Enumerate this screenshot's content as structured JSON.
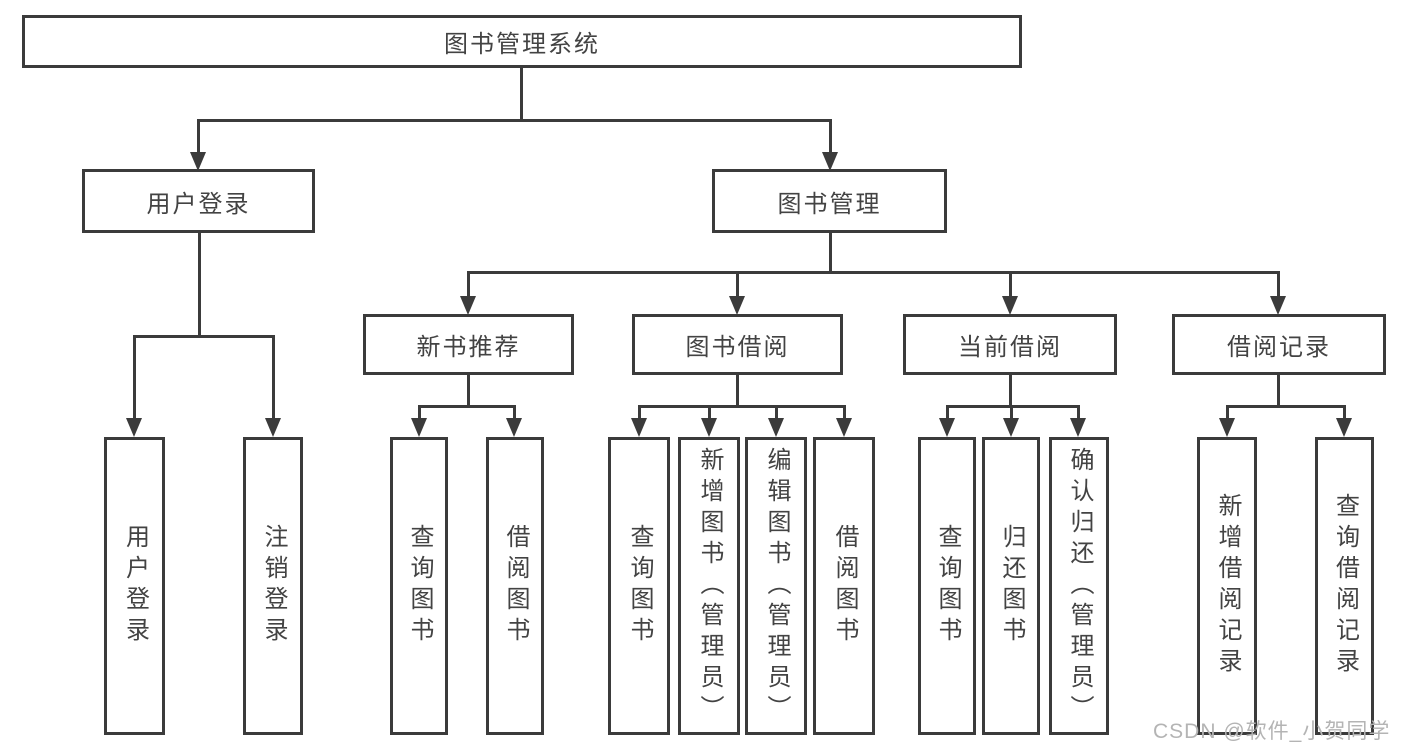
{
  "diagram": {
    "root": {
      "label": "图书管理系统",
      "children": [
        {
          "label": "用户登录",
          "children": [
            {
              "label": "用户登录"
            },
            {
              "label": "注销登录"
            }
          ]
        },
        {
          "label": "图书管理",
          "children": [
            {
              "label": "新书推荐",
              "children": [
                {
                  "label": "查询图书"
                },
                {
                  "label": "借阅图书"
                }
              ]
            },
            {
              "label": "图书借阅",
              "children": [
                {
                  "label": "查询图书"
                },
                {
                  "label": "新增图书（管理员）"
                },
                {
                  "label": "编辑图书（管理员）"
                },
                {
                  "label": "借阅图书"
                }
              ]
            },
            {
              "label": "当前借阅",
              "children": [
                {
                  "label": "查询图书"
                },
                {
                  "label": "归还图书"
                },
                {
                  "label": "确认归还（管理员）"
                }
              ]
            },
            {
              "label": "借阅记录",
              "children": [
                {
                  "label": "新增借阅记录"
                },
                {
                  "label": "查询借阅记录"
                }
              ]
            }
          ]
        }
      ]
    }
  },
  "watermark": "CSDN @软件_小贺同学",
  "colors": {
    "line": "#3b3b3b",
    "text": "#434343",
    "watermark": "#b4b4b4"
  }
}
